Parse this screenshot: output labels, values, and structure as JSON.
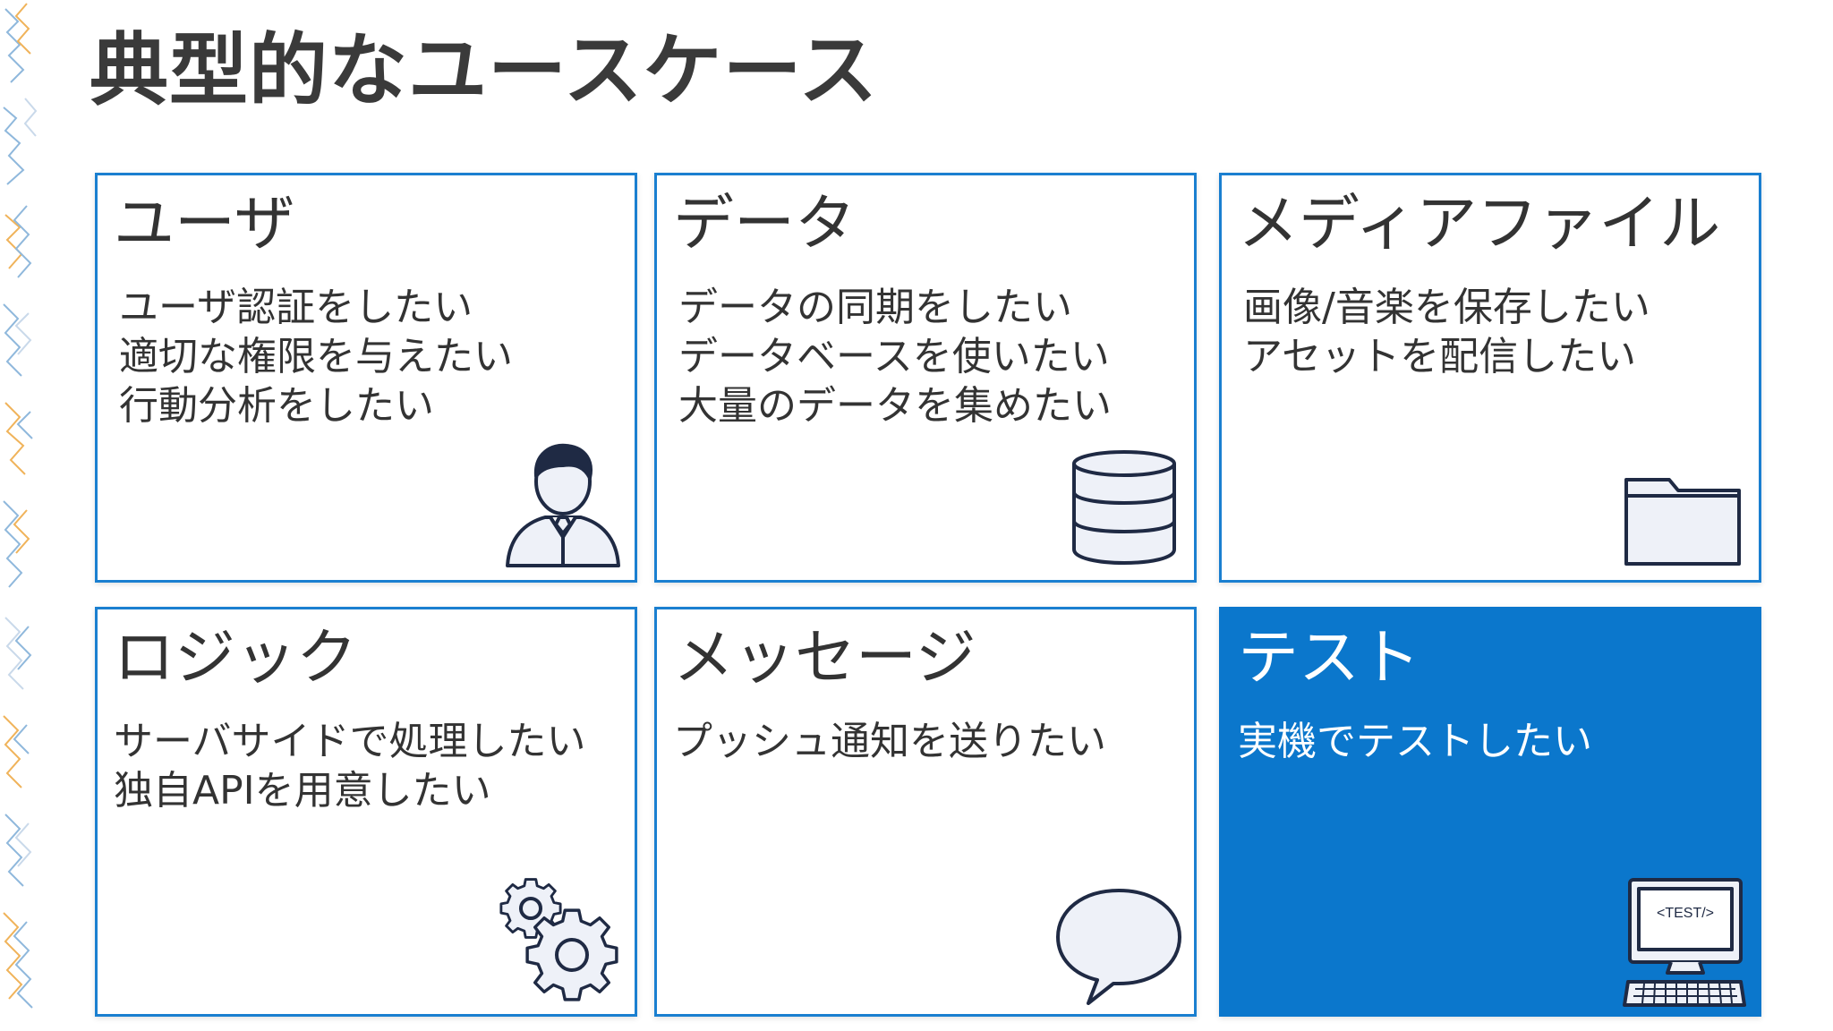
{
  "slide": {
    "title": "典型的なユースケース"
  },
  "colors": {
    "accent": "#1a7fd0",
    "highlight_fill": "#0b77cc",
    "text": "#333333",
    "icon_stroke": "#1f2a44",
    "icon_fill": "#eef1f8"
  },
  "cards": [
    {
      "title": "ユーザ",
      "lines": [
        "ユーザ認証をしたい",
        "適切な権限を与えたい",
        "行動分析をしたい"
      ],
      "icon": "user-icon"
    },
    {
      "title": "データ",
      "lines": [
        "データの同期をしたい",
        "データベースを使いたい",
        "大量のデータを集めたい"
      ],
      "icon": "database-icon"
    },
    {
      "title": "メディアファイル",
      "lines": [
        "画像/音楽を保存したい",
        "アセットを配信したい"
      ],
      "icon": "folder-icon"
    },
    {
      "title": "ロジック",
      "lines": [
        "サーバサイドで処理したい",
        "独自APIを用意したい"
      ],
      "icon": "gears-icon"
    },
    {
      "title": "メッセージ",
      "lines": [
        "プッシュ通知を送りたい"
      ],
      "icon": "speech-bubble-icon"
    },
    {
      "title": "テスト",
      "lines": [
        "実機でテストしたい"
      ],
      "icon": "test-computer-icon",
      "icon_text": "<TEST/>",
      "highlighted": true
    }
  ]
}
